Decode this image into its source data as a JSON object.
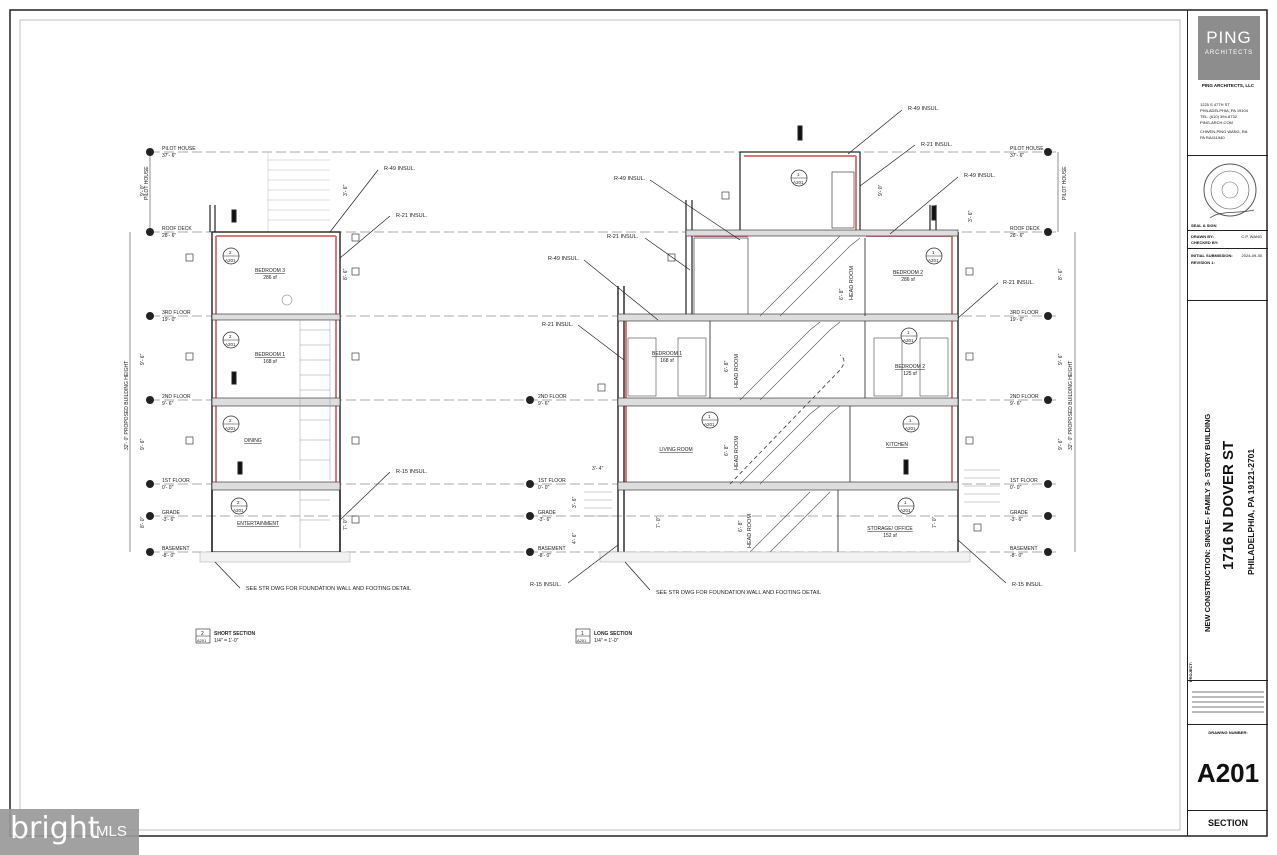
{
  "title_block": {
    "logo_main": "PING",
    "logo_sub": "ARCHITECTS",
    "firm": "PING ARCHITECTS, LLC",
    "address_lines": [
      "1225 S 47TH ST",
      "PHILADELPHIA, PA 19104",
      "TEL: (610) 394-8732",
      "PING-ARCH.COM",
      "CHWEN-PING WANG, RA",
      "PA RA411940"
    ],
    "seal_label": "SEAL & SIGN",
    "drawn_by_label": "DRAWN BY:",
    "drawn_by_value": "C.P. WANG",
    "checked_by_label": "CHECKED BY:",
    "submission_label": "INITIAL SUBMISSION:",
    "submission_value": "2024-09-30",
    "revision_label": "REVISION 1:",
    "project_label": "PROJECT:",
    "project_line1": "NEW CONSTRUCTION: SINGLE- FAMILY 3- STORY BUILDING",
    "project_line2": "1716 N DOVER ST",
    "project_line3": "PHILADELPHIA, PA 19121-2701",
    "drawing_number_label": "DRAWING NUMBER:",
    "drawing_number": "A201",
    "sheet_title": "SECTION"
  },
  "levels": [
    {
      "name": "PILOT HOUSE",
      "elev": "37'- 6\""
    },
    {
      "name": "ROOF DECK",
      "elev": "28'- 6\""
    },
    {
      "name": "3RD FLOOR",
      "elev": "19'- 0\""
    },
    {
      "name": "2ND FLOOR",
      "elev": "9'- 6\""
    },
    {
      "name": "1ST FLOOR",
      "elev": "0'- 0\""
    },
    {
      "name": "GRADE",
      "elev": "-3'- 6\""
    },
    {
      "name": "BASEMENT",
      "elev": "-8'- 0\""
    }
  ],
  "short_section": {
    "rooms": [
      {
        "name": "BEDROOM 3",
        "area": "286 sf"
      },
      {
        "name": "BEDROOM 1",
        "area": "168 sf"
      },
      {
        "name": "DINING",
        "area": ""
      },
      {
        "name": "ENTERTAINMENT",
        "area": ""
      }
    ],
    "notes": [
      "R-49 INSUL.",
      "R-21 INSUL.",
      "R-15 INSUL.",
      "SEE STR DWG FOR FOUNDATION WALL AND FOOTING DETAIL"
    ],
    "dims": [
      "9'- 0\"",
      "8'- 6\"",
      "9'- 6\"",
      "9'- 6\"",
      "8'- 0\"",
      "7'- 0\"",
      "3'- 6\""
    ],
    "height_label": "32'- 0\" PROPOSED BUILDING HEIGHT",
    "pilot_label": "PILOT HOUSE",
    "tag_num": "2",
    "tag_sheet": "A201",
    "title": "SHORT SECTION",
    "scale": "1/4\" = 1'-0\""
  },
  "long_section": {
    "rooms": [
      {
        "name": "BEDROOM 2",
        "area": "286 sf"
      },
      {
        "name": "BEDROOM 1",
        "area": "168 sf"
      },
      {
        "name": "BEDROOM 2",
        "area": "125 sf"
      },
      {
        "name": "LIVING ROOM",
        "area": ""
      },
      {
        "name": "KITCHEN",
        "area": ""
      },
      {
        "name": "STORAGE/ OFFICE",
        "area": "152 sf"
      }
    ],
    "head_room": "HEAD ROOM",
    "notes": [
      "R-49 INSUL.",
      "R-21 INSUL.",
      "R-49 INSUL.",
      "R-21 INSUL.",
      "R-49 INSUL.",
      "R-21 INSUL.",
      "R-21 INSUL.",
      "R-15 INSUL.",
      "R-15 INSUL.",
      "SEE STR DWG FOR FOUNDATION WALL AND FOOTING DETAIL"
    ],
    "dims": [
      "9'- 0\"",
      "3'- 6\"",
      "8'- 6\"",
      "9'- 6\"",
      "9'- 6\"",
      "3'- 4\"",
      "3'- 6\"",
      "4'- 6\"",
      "7'- 0\"",
      "7'- 0\"",
      "6'- 8\"",
      "6'- 8\"",
      "6'- 8\"",
      "6'- 8\""
    ],
    "height_label": "32'- 0\" PROPOSED BUILDING HEIGHT",
    "pilot_label": "PILOT HOUSE",
    "tag_num": "1",
    "tag_sheet": "A201",
    "title": "LONG SECTION",
    "scale": "1/4\" = 1'-0\""
  },
  "watermark": {
    "brand": "bright",
    "suffix": "MLS"
  },
  "colors": {
    "insulation": "#d77a7a",
    "line": "#222222",
    "logo_bg": "#8d8d8d"
  }
}
